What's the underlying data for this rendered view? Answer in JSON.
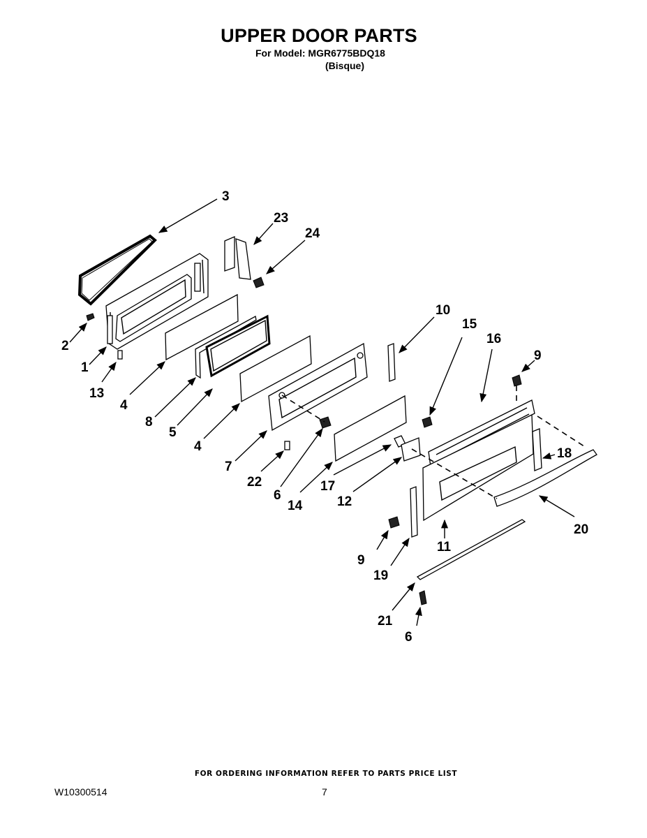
{
  "header": {
    "title": "UPPER DOOR PARTS",
    "model_line": "For Model: MGR6775BDQ18",
    "variant": "(Bisque)"
  },
  "callouts": [
    "1",
    "2",
    "3",
    "4",
    "4",
    "5",
    "6",
    "6",
    "7",
    "8",
    "9",
    "9",
    "10",
    "11",
    "12",
    "13",
    "14",
    "15",
    "16",
    "17",
    "18",
    "19",
    "20",
    "21",
    "22",
    "23",
    "24"
  ],
  "footer": {
    "ordering_note": "FOR ORDERING INFORMATION REFER TO PARTS PRICE LIST",
    "document_number": "W10300514",
    "page_number": "7"
  }
}
